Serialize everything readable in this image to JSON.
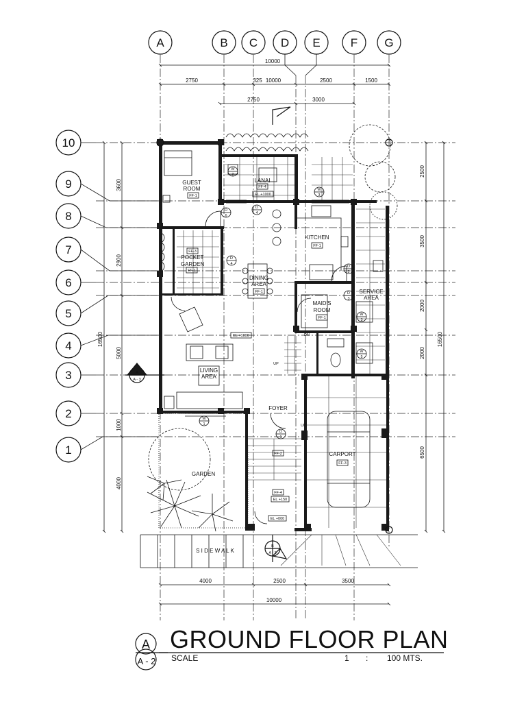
{
  "columns": [
    "A",
    "B",
    "C",
    "D",
    "E",
    "F",
    "G"
  ],
  "rows": [
    "10",
    "9",
    "8",
    "7",
    "6",
    "5",
    "4",
    "3",
    "2",
    "1"
  ],
  "dims_top": {
    "overall": "10000",
    "seg_a": "2750",
    "seg_b": "325",
    "seg_c": "10000",
    "seg_d": "2500",
    "seg_e": "1500",
    "sub_a": "2750",
    "sub_b": "3000"
  },
  "dims_left": {
    "overall": "16500",
    "d1": "3600",
    "d2": "2900",
    "d3": "5000",
    "d4": "1000",
    "d5": "4000"
  },
  "dims_right": {
    "overall": "16500",
    "d1": "2500",
    "d2": "3500",
    "d3": "2000",
    "d4": "2000",
    "d5": "6500"
  },
  "dims_bottom": {
    "seg_a": "4000",
    "seg_b": "2500",
    "seg_c": "3500",
    "overall": "10000"
  },
  "rooms": {
    "lanai": "LANAI",
    "guest_1": "GUEST",
    "guest_2": "ROOM",
    "pocket_1": "POCKET",
    "pocket_2": "GARDEN",
    "kitchen": "KITCHEN",
    "dining_1": "DINING",
    "dining_2": "AREA",
    "maids_1": "MAID'S",
    "maids_2": "ROOM",
    "service_1": "SERVICE",
    "service_2": "AREA",
    "living_1": "LIVING",
    "living_2": "AREA",
    "foyer": "FOYER",
    "carport": "CARPORT",
    "garden": "GARDEN",
    "sidewalk": "S I D E W A L K"
  },
  "tags": {
    "ff1": "FF-1",
    "ff2": "FF-2",
    "ff3": "FF-3",
    "ff4": "FF-4",
    "el_1000": "EL +1000",
    "el_150": "EL +150",
    "el_000": "EL +000",
    "up": "UP",
    "dn": "DN"
  },
  "section_marks": {
    "a_letter": "A",
    "a_sheet": "A - 3",
    "b_letter": "B",
    "b_sheet": "A - 3"
  },
  "door_tags": {
    "d": "D",
    "n1": "1",
    "n2": "2",
    "n3": "3",
    "n4": "4",
    "n5": "5",
    "n6": "6",
    "w": "W"
  },
  "title_block": {
    "title": "GROUND FLOOR PLAN",
    "drawing_letter": "A",
    "sheet_ref": "A - 2",
    "scale_label": "SCALE",
    "scale_left": "1",
    "scale_colon": ":",
    "scale_right": "100  MTS."
  }
}
